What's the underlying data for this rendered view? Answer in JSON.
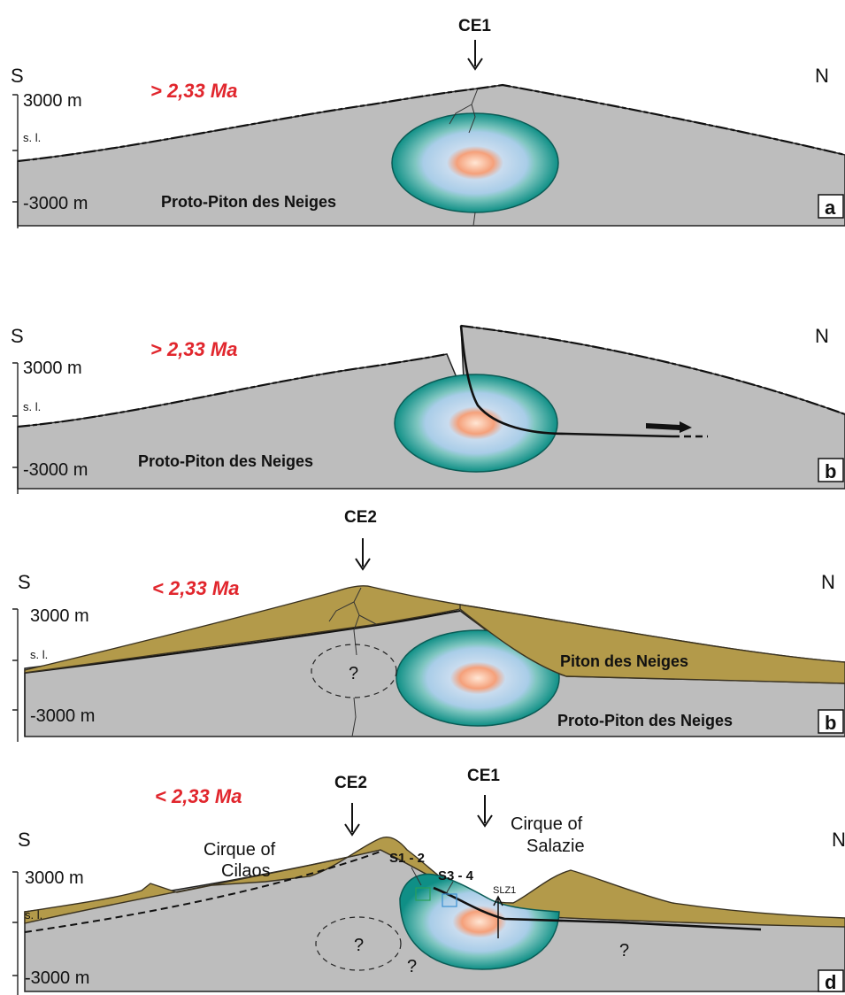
{
  "panels": [
    {
      "compass_left": "S",
      "compass_right": "N",
      "age": "> 2,33 Ma",
      "elev_top": "3000 m",
      "sea_level": "s. l.",
      "elev_bottom": "-3000 m",
      "unit_label": "Proto-Piton des Neiges",
      "panel_label": "a",
      "ce1": "CE1"
    },
    {
      "compass_left": "S",
      "compass_right": "N",
      "age": "> 2,33 Ma",
      "elev_top": "3000 m",
      "sea_level": "s. l.",
      "elev_bottom": "-3000 m",
      "unit_label": "Proto-Piton des Neiges",
      "panel_label": "b"
    },
    {
      "compass_left": "S",
      "compass_right": "N",
      "age": "< 2,33 Ma",
      "elev_top": "3000 m",
      "sea_level": "s. l.",
      "elev_bottom": "-3000 m",
      "unit_label_upper": "Piton des Neiges",
      "unit_label_lower": "Proto-Piton des Neiges",
      "panel_label": "b",
      "ce2": "CE2",
      "question": "?"
    },
    {
      "compass_left": "S",
      "compass_right": "N",
      "age": "< 2,33 Ma",
      "elev_top": "3000 m",
      "sea_level": "s. l.",
      "elev_bottom": "-3000 m",
      "panel_label": "d",
      "ce2": "CE2",
      "ce1": "CE1",
      "cirque_cilaos_line1": "Cirque of",
      "cirque_cilaos_line2": "Cilaos",
      "cirque_salazie_line1": "Cirque of",
      "cirque_salazie_line2": "Salazie",
      "site_s12": "S1 - 2",
      "site_s34": "S3 - 4",
      "slz1": "SLZ1",
      "question": "?"
    }
  ],
  "colors": {
    "age_text": "#e1262d",
    "crust": "#bdbdbd",
    "edifice": "#b39a4a",
    "chamber_outer": "#0f8f86",
    "chamber_mid": "#a9cde8",
    "chamber_core": "#f08a5d"
  }
}
